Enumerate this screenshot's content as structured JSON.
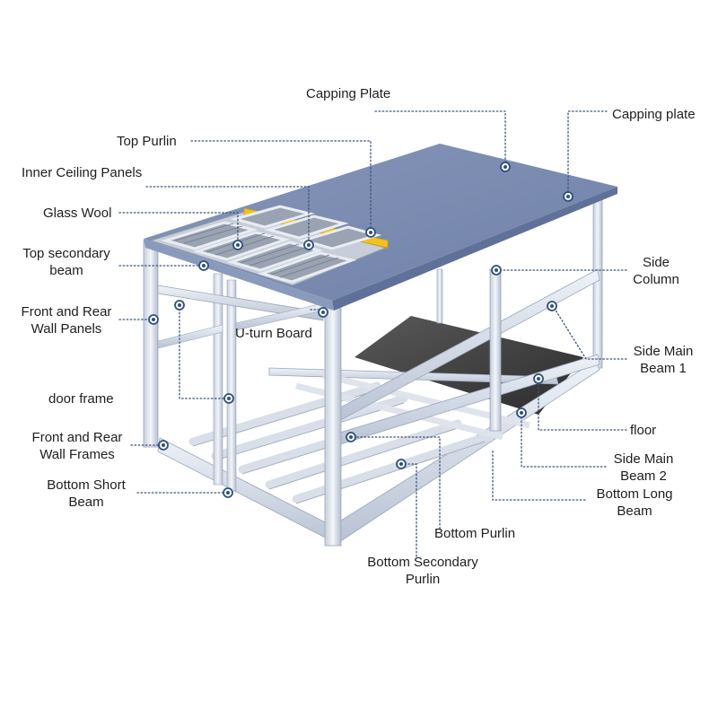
{
  "labels": {
    "capping_plate_top": "Capping Plate",
    "capping_plate_right": "Capping plate",
    "top_purlin": "Top Purlin",
    "inner_ceiling_panels": "Inner Ceiling Panels",
    "glass_wool": "Glass Wool",
    "top_secondary_beam": [
      "Top secondary",
      "beam"
    ],
    "front_rear_wall_panels": [
      "Front and Rear",
      "Wall Panels"
    ],
    "u_turn_board": "U-turn Board",
    "door_frame": "door frame",
    "front_rear_wall_frames": [
      "Front and Rear",
      "Wall Frames"
    ],
    "bottom_short_beam": [
      "Bottom Short",
      "Beam"
    ],
    "side_column": [
      "Side",
      "Column"
    ],
    "side_main_beam_1": [
      "Side Main",
      "Beam 1"
    ],
    "floor": "floor",
    "side_main_beam_2": [
      "Side Main",
      "Beam 2"
    ],
    "bottom_long_beam": [
      "Bottom Long",
      "Beam"
    ],
    "bottom_purlin": "Bottom Purlin",
    "bottom_secondary_purlin": [
      "Bottom Secondary",
      "Purlin"
    ]
  },
  "colors": {
    "roof": "#7486ad",
    "roof_side": "#5b6c93",
    "frame": "#d4dbe8",
    "frame_edge": "#9aa6bb",
    "glass_wool": "#f2c21a",
    "floor": "#3f3f3f",
    "leader": "#3b5478"
  }
}
